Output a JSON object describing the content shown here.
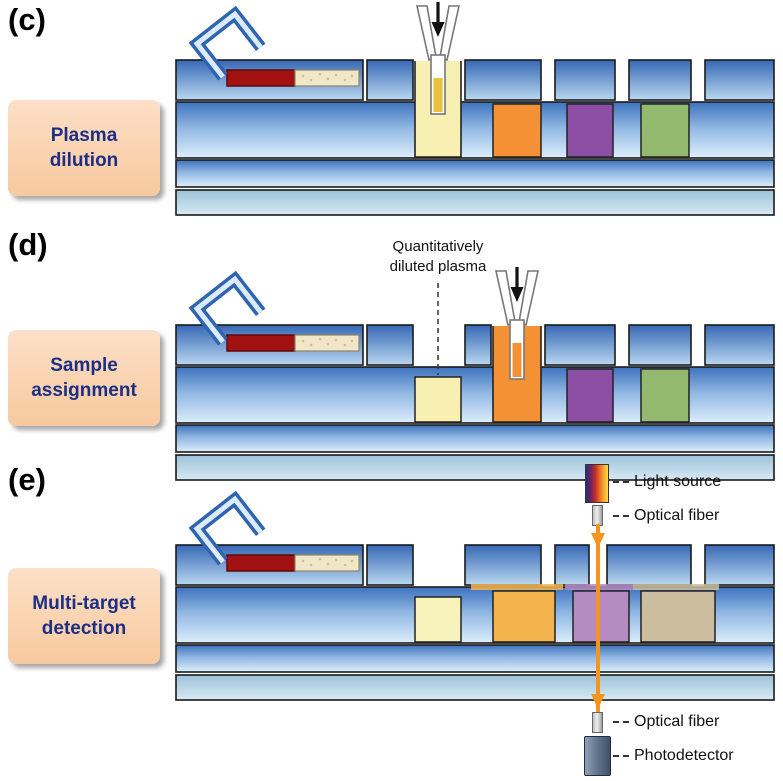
{
  "colors": {
    "plasma_red": "#a31212",
    "diluent_cream": "#efe7c8",
    "sample_yellow": "#f8f0b2",
    "sample_orange": "#f39134",
    "sample_purple": "#8d4fa4",
    "sample_green": "#93b96e",
    "pipette_yellow": "#e7c23a",
    "detect_yellow": "#f8f2bc",
    "detect_orange": "#f3b44e",
    "detect_mauve": "#b58cc2",
    "detect_tan": "#cbbd9e",
    "beam_orange": "#f5941e",
    "label_box_bg": "#f9d2ae",
    "label_box_text": "#1c2e85"
  },
  "panels": {
    "c": {
      "letter": "(c)",
      "step_line1": "Plasma",
      "step_line2": "dilution"
    },
    "d": {
      "letter": "(d)",
      "step_line1": "Sample",
      "step_line2": "assignment",
      "annotation_line1": "Quantitatively",
      "annotation_line2": "diluted plasma"
    },
    "e": {
      "letter": "(e)",
      "step_line1": "Multi-target",
      "step_line2": "detection",
      "labels": {
        "light_source": "Light source",
        "optical_fiber_top": "Optical fiber",
        "optical_fiber_bottom": "Optical fiber",
        "photodetector": "Photodetector"
      }
    }
  }
}
